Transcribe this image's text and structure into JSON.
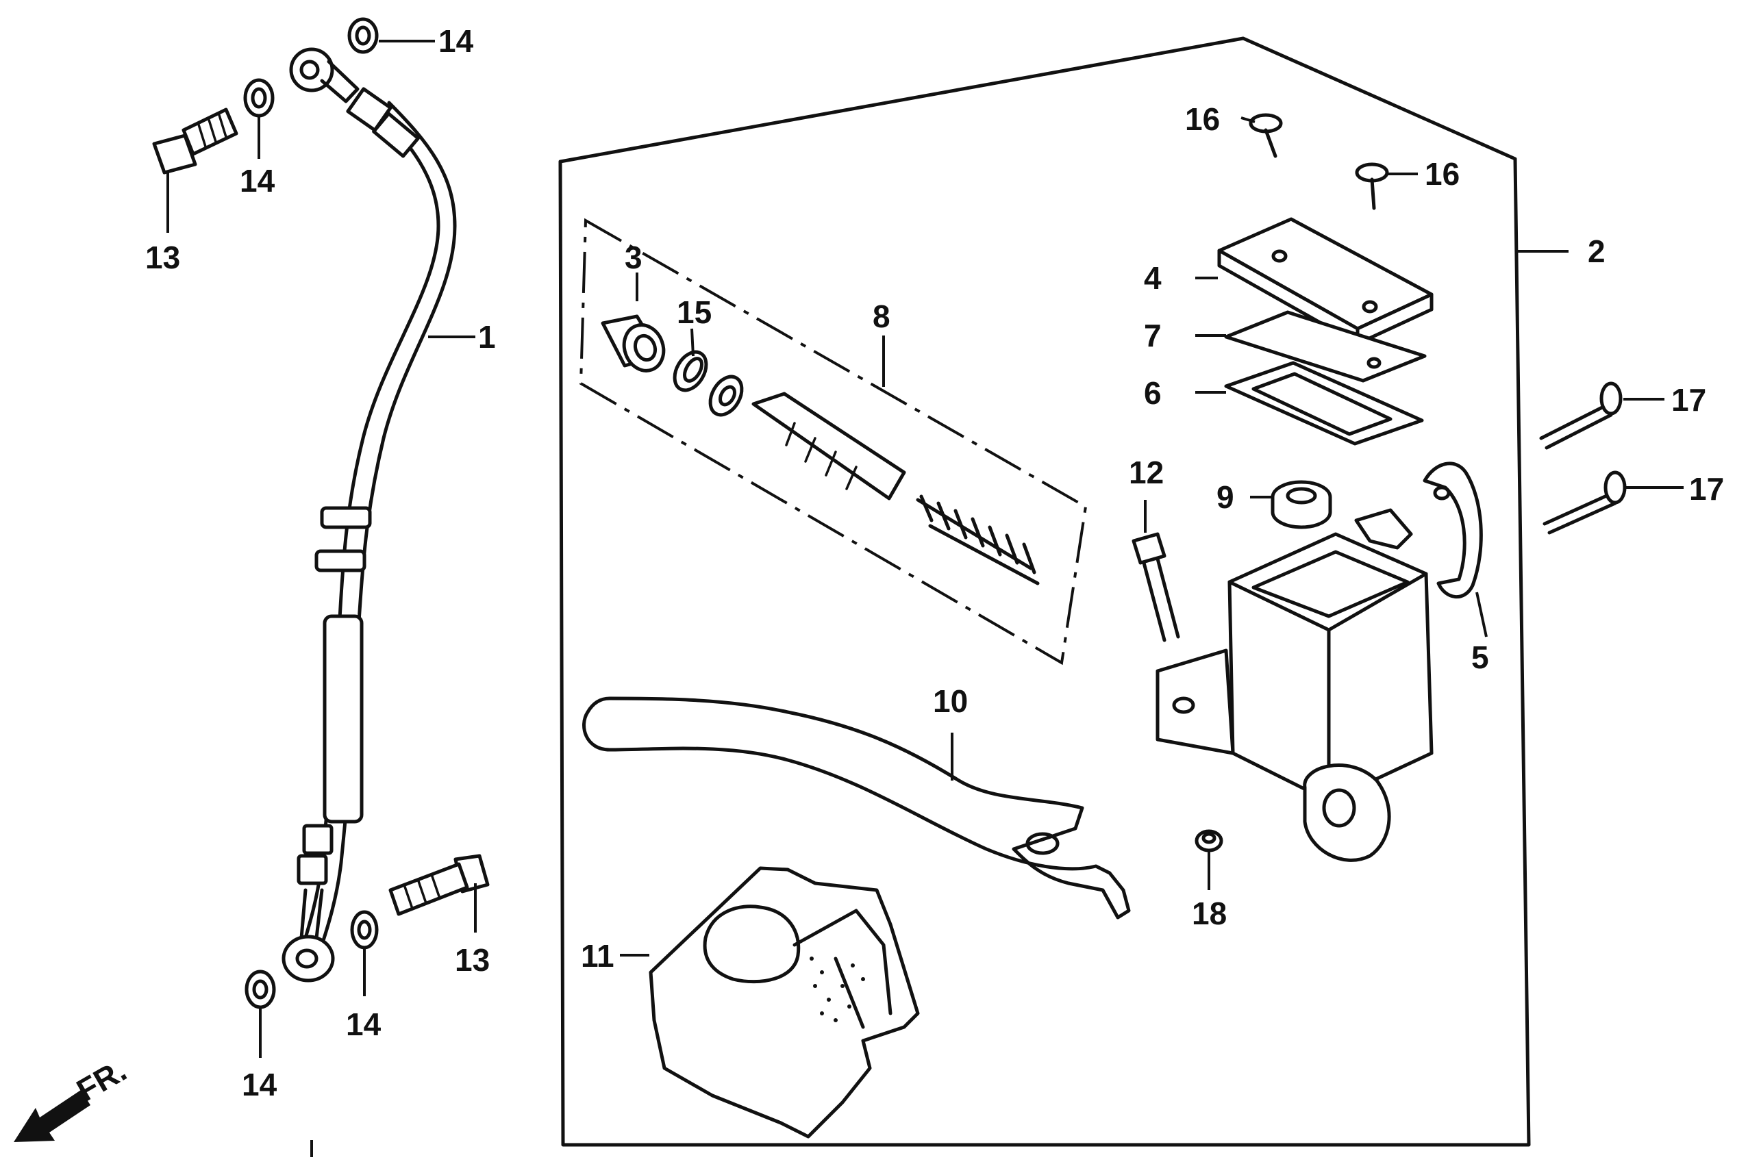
{
  "parts": {
    "p1": "1",
    "p2": "2",
    "p3": "3",
    "p4": "4",
    "p5": "5",
    "p6": "6",
    "p7": "7",
    "p8": "8",
    "p9": "9",
    "p10": "10",
    "p11": "11",
    "p12": "12",
    "p13": "13",
    "p14": "14",
    "p15": "15",
    "p16": "16",
    "p17": "17",
    "p18": "18"
  },
  "front_marker": "FR."
}
